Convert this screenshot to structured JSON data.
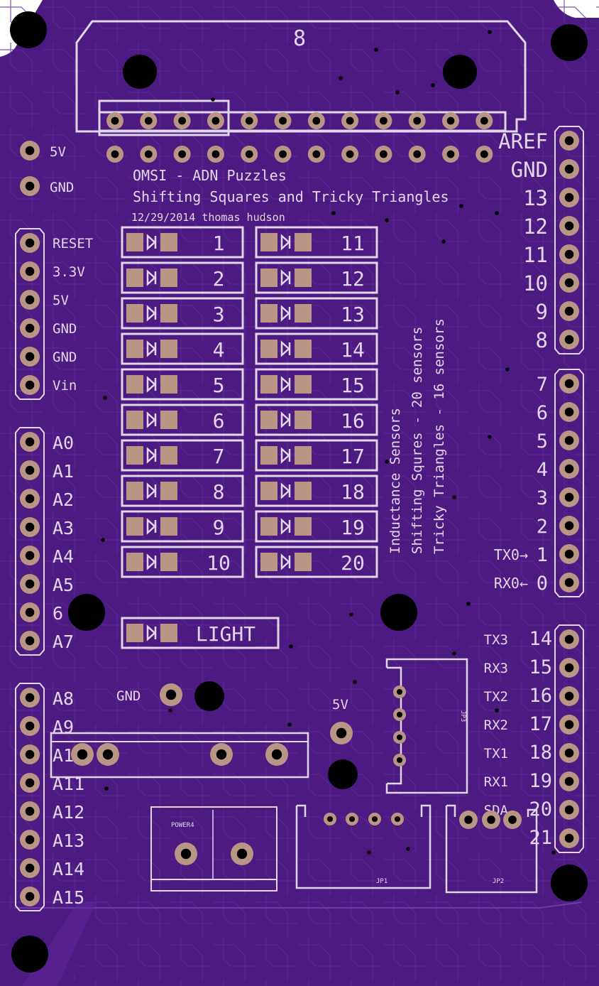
{
  "board": {
    "title": "OMSI - ADN Puzzles",
    "subtitle": "Shifting Squares and Tricky Triangles",
    "byline": "12/29/2014  thomas hudson",
    "colors": {
      "board": "#4b1b82",
      "board_light": "#5a2797",
      "silk": "#e2d6ea",
      "pad": "#b89585",
      "hole": "#000000",
      "bg": "#ffffff"
    }
  },
  "power_left": [
    "5V",
    "GND"
  ],
  "power_header_labels": [
    "RESET",
    "3.3V",
    "5V",
    "GND",
    "GND",
    "Vin"
  ],
  "analog_labels": [
    "A0",
    "A1",
    "A2",
    "A3",
    "A4",
    "A5",
    "6",
    "A7"
  ],
  "analog2_labels": [
    "A8",
    "A9",
    "A10",
    "A11",
    "A12",
    "A13",
    "A14",
    "A15"
  ],
  "right_top_labels": [
    "AREF",
    "GND",
    "13",
    "12",
    "11",
    "10",
    "9",
    "8"
  ],
  "right_mid_labels": [
    "7",
    "6",
    "5",
    "4",
    "3",
    "2",
    "1",
    "0"
  ],
  "right_mid_prefix": [
    "",
    "",
    "",
    "",
    "",
    "",
    "TX0→",
    "RX0←"
  ],
  "comm_names": [
    "TX3",
    "RX3",
    "TX2",
    "RX2",
    "TX1",
    "RX1",
    "SDA",
    ""
  ],
  "comm_nums": [
    "14",
    "15",
    "16",
    "17",
    "18",
    "19",
    "20",
    "21"
  ],
  "sensors_left": [
    "1",
    "2",
    "3",
    "4",
    "5",
    "6",
    "7",
    "8",
    "9",
    "10"
  ],
  "sensors_right": [
    "11",
    "12",
    "13",
    "14",
    "15",
    "16",
    "17",
    "18",
    "19",
    "20"
  ],
  "light_label": "LIGHT",
  "vertical_notes": [
    "Inductance Sensors",
    "Shifting Squres - 20 sensors",
    "Tricky Triangles - 16 sensors"
  ],
  "misc": {
    "gnd": "GND",
    "five_v": "5V",
    "power4": "POWER4",
    "jp1": "JP1",
    "jp2": "JP2",
    "jp3": "JP3",
    "top_connector": "8"
  }
}
